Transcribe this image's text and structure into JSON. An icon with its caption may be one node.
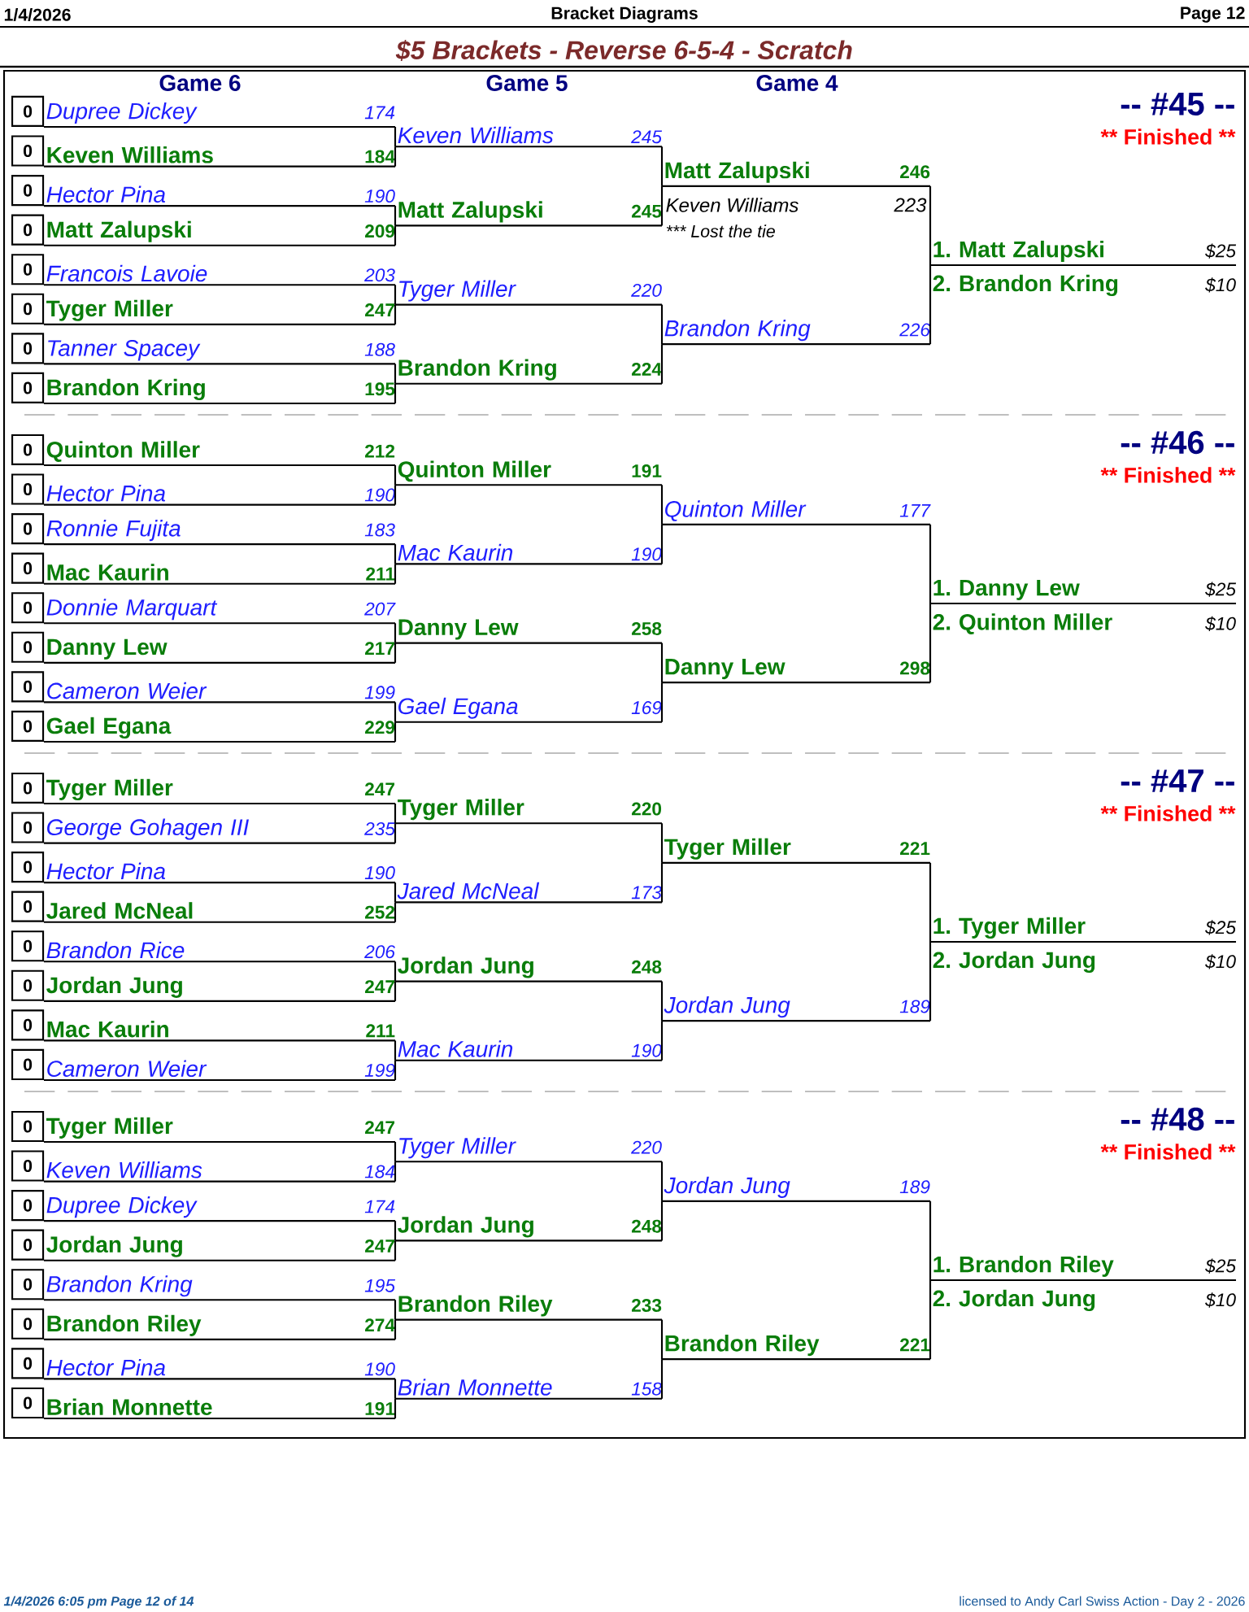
{
  "diagram": {
    "title": "$5 Brackets - Reverse 6-5-4 - Scratch",
    "nodes": [
      {
        "text": [
          "0"
        ]
      },
      {
        "text": [
          "Dupree Dickey",
          "174"
        ]
      },
      {
        "text": [
          "0"
        ]
      },
      {
        "text": [
          "Keven Williams",
          "184"
        ]
      },
      {
        "text": [
          "0"
        ]
      },
      {
        "text": [
          "Hector Pina",
          "190"
        ]
      },
      {
        "text": [
          "0"
        ]
      },
      {
        "text": [
          "Matt Zalupski",
          "209"
        ]
      },
      {
        "text": [
          "0"
        ]
      },
      {
        "text": [
          "Francois Lavoie",
          "203"
        ]
      },
      {
        "text": [
          "0"
        ]
      },
      {
        "text": [
          "Tyger Miller",
          "247"
        ]
      },
      {
        "text": [
          "0"
        ]
      },
      {
        "text": [
          "Tanner Spacey",
          "188"
        ]
      },
      {
        "text": [
          "0"
        ]
      },
      {
        "text": [
          "Brandon Kring",
          "195"
        ]
      },
      {
        "text": [
          "Keven Williams",
          "245"
        ]
      },
      {
        "text": [
          "Matt Zalupski",
          "245"
        ]
      },
      {
        "text": [
          "Tyger Miller",
          "220"
        ]
      },
      {
        "text": [
          "Brandon Kring",
          "224"
        ]
      },
      {
        "text": [
          "Matt Zalupski",
          "246"
        ]
      },
      {
        "text": [
          "Brandon Kring",
          "226"
        ]
      },
      {
        "text": [
          "1. Matt Zalupski",
          "$25"
        ]
      },
      {
        "text": [
          "2. Brandon Kring",
          "$10"
        ]
      },
      {
        "text": [
          "0"
        ]
      },
      {
        "text": [
          "Quinton Miller",
          "212"
        ]
      },
      {
        "text": [
          "0"
        ]
      },
      {
        "text": [
          "Hector Pina",
          "190"
        ]
      },
      {
        "text": [
          "0"
        ]
      },
      {
        "text": [
          "Ronnie Fujita",
          "183"
        ]
      },
      {
        "text": [
          "0"
        ]
      },
      {
        "text": [
          "Mac Kaurin",
          "211"
        ]
      },
      {
        "text": [
          "0"
        ]
      },
      {
        "text": [
          "Donnie Marquart",
          "207"
        ]
      },
      {
        "text": [
          "0"
        ]
      },
      {
        "text": [
          "Danny Lew",
          "217"
        ]
      },
      {
        "text": [
          "0"
        ]
      },
      {
        "text": [
          "Cameron Weier",
          "199"
        ]
      },
      {
        "text": [
          "0"
        ]
      },
      {
        "text": [
          "Gael Egana",
          "229"
        ]
      },
      {
        "text": [
          "Quinton Miller",
          "191"
        ]
      },
      {
        "text": [
          "Mac Kaurin",
          "190"
        ]
      },
      {
        "text": [
          "Danny Lew",
          "258"
        ]
      },
      {
        "text": [
          "Gael Egana",
          "169"
        ]
      },
      {
        "text": [
          "Quinton Miller",
          "177"
        ]
      },
      {
        "text": [
          "Danny Lew",
          "298"
        ]
      },
      {
        "text": [
          "1. Danny Lew",
          "$25"
        ]
      },
      {
        "text": [
          "2. Quinton Miller",
          "$10"
        ]
      },
      {
        "text": [
          "0"
        ]
      },
      {
        "text": [
          "Tyger Miller",
          "247"
        ]
      },
      {
        "text": [
          "0"
        ]
      },
      {
        "text": [
          "George Gohagen III",
          "235"
        ]
      },
      {
        "text": [
          "0"
        ]
      },
      {
        "text": [
          "Hector Pina",
          "190"
        ]
      },
      {
        "text": [
          "0"
        ]
      },
      {
        "text": [
          "Jared McNeal",
          "252"
        ]
      },
      {
        "text": [
          "0"
        ]
      },
      {
        "text": [
          "Brandon Rice",
          "206"
        ]
      },
      {
        "text": [
          "0"
        ]
      },
      {
        "text": [
          "Jordan Jung",
          "247"
        ]
      },
      {
        "text": [
          "0"
        ]
      },
      {
        "text": [
          "Mac Kaurin",
          "211"
        ]
      },
      {
        "text": [
          "0"
        ]
      },
      {
        "text": [
          "Cameron Weier",
          "199"
        ]
      },
      {
        "text": [
          "Tyger Miller",
          "220"
        ]
      },
      {
        "text": [
          "Jared McNeal",
          "173"
        ]
      },
      {
        "text": [
          "Jordan Jung",
          "248"
        ]
      },
      {
        "text": [
          "Mac Kaurin",
          "190"
        ]
      },
      {
        "text": [
          "Tyger Miller",
          "221"
        ]
      },
      {
        "text": [
          "Jordan Jung",
          "189"
        ]
      },
      {
        "text": [
          "1. Tyger Miller",
          "$25"
        ]
      },
      {
        "text": [
          "2. Jordan Jung",
          "$10"
        ]
      },
      {
        "text": [
          "0"
        ]
      },
      {
        "text": [
          "Tyger Miller",
          "247"
        ]
      },
      {
        "text": [
          "0"
        ]
      },
      {
        "text": [
          "Keven Williams",
          "184"
        ]
      },
      {
        "text": [
          "0"
        ]
      },
      {
        "text": [
          "Dupree Dickey",
          "174"
        ]
      },
      {
        "text": [
          "0"
        ]
      },
      {
        "text": [
          "Jordan Jung",
          "247"
        ]
      },
      {
        "text": [
          "0"
        ]
      },
      {
        "text": [
          "Brandon Kring",
          "195"
        ]
      },
      {
        "text": [
          "0"
        ]
      },
      {
        "text": [
          "Brandon Riley",
          "274"
        ]
      },
      {
        "text": [
          "0"
        ]
      },
      {
        "text": [
          "Hector Pina",
          "190"
        ]
      },
      {
        "text": [
          "0"
        ]
      },
      {
        "text": [
          "Brian Monnette",
          "191"
        ]
      },
      {
        "text": [
          "Tyger Miller",
          "220"
        ]
      },
      {
        "text": [
          "Jordan Jung",
          "248"
        ]
      },
      {
        "text": [
          "Brandon Riley",
          "233"
        ]
      },
      {
        "text": [
          "Brian Monnette",
          "158"
        ]
      },
      {
        "text": [
          "Jordan Jung",
          "189"
        ]
      },
      {
        "text": [
          "Brandon Riley",
          "221"
        ]
      },
      {
        "text": [
          "1. Brandon Riley",
          "$25"
        ]
      },
      {
        "text": [
          "2. Jordan Jung",
          "$10"
        ]
      }
    ],
    "edges": [
      {
        "from": 1,
        "to": 16,
        "arrow": "none"
      },
      {
        "from": 3,
        "to": 16,
        "arrow": "none"
      },
      {
        "from": 5,
        "to": 17,
        "arrow": "none"
      },
      {
        "from": 7,
        "to": 17,
        "arrow": "none"
      },
      {
        "from": 9,
        "to": 18,
        "arrow": "none"
      },
      {
        "from": 11,
        "to": 18,
        "arrow": "none"
      },
      {
        "from": 13,
        "to": 19,
        "arrow": "none"
      },
      {
        "from": 15,
        "to": 19,
        "arrow": "none"
      },
      {
        "from": 16,
        "to": 20,
        "arrow": "none"
      },
      {
        "from": 17,
        "to": 20,
        "arrow": "none"
      },
      {
        "from": 18,
        "to": 21,
        "arrow": "none"
      },
      {
        "from": 19,
        "to": 21,
        "arrow": "none"
      },
      {
        "from": 20,
        "to": 22,
        "arrow": "none"
      },
      {
        "from": 21,
        "to": 22,
        "arrow": "none"
      },
      {
        "from": 25,
        "to": 40,
        "arrow": "none"
      },
      {
        "from": 27,
        "to": 40,
        "arrow": "none"
      },
      {
        "from": 29,
        "to": 41,
        "arrow": "none"
      },
      {
        "from": 31,
        "to": 41,
        "arrow": "none"
      },
      {
        "from": 33,
        "to": 42,
        "arrow": "none"
      },
      {
        "from": 35,
        "to": 42,
        "arrow": "none"
      },
      {
        "from": 37,
        "to": 43,
        "arrow": "none"
      },
      {
        "from": 39,
        "to": 43,
        "arrow": "none"
      },
      {
        "from": 40,
        "to": 44,
        "arrow": "none"
      },
      {
        "from": 41,
        "to": 44,
        "arrow": "none"
      },
      {
        "from": 42,
        "to": 45,
        "arrow": "none"
      },
      {
        "from": 43,
        "to": 45,
        "arrow": "none"
      },
      {
        "from": 44,
        "to": 46,
        "arrow": "none"
      },
      {
        "from": 45,
        "to": 46,
        "arrow": "none"
      },
      {
        "from": 49,
        "to": 64,
        "arrow": "none"
      },
      {
        "from": 51,
        "to": 64,
        "arrow": "none"
      },
      {
        "from": 53,
        "to": 65,
        "arrow": "none"
      },
      {
        "from": 55,
        "to": 65,
        "arrow": "none"
      },
      {
        "from": 57,
        "to": 66,
        "arrow": "none"
      },
      {
        "from": 59,
        "to": 66,
        "arrow": "none"
      },
      {
        "from": 61,
        "to": 67,
        "arrow": "none"
      },
      {
        "from": 63,
        "to": 67,
        "arrow": "none"
      },
      {
        "from": 64,
        "to": 68,
        "arrow": "none"
      },
      {
        "from": 65,
        "to": 68,
        "arrow": "none"
      },
      {
        "from": 66,
        "to": 69,
        "arrow": "none"
      },
      {
        "from": 67,
        "to": 69,
        "arrow": "none"
      },
      {
        "from": 68,
        "to": 70,
        "arrow": "none"
      },
      {
        "from": 69,
        "to": 70,
        "arrow": "none"
      },
      {
        "from": 73,
        "to": 88,
        "arrow": "none"
      },
      {
        "from": 75,
        "to": 88,
        "arrow": "none"
      },
      {
        "from": 77,
        "to": 89,
        "arrow": "none"
      },
      {
        "from": 79,
        "to": 89,
        "arrow": "none"
      },
      {
        "from": 81,
        "to": 90,
        "arrow": "none"
      },
      {
        "from": 83,
        "to": 90,
        "arrow": "none"
      },
      {
        "from": 85,
        "to": 91,
        "arrow": "none"
      },
      {
        "from": 87,
        "to": 91,
        "arrow": "none"
      },
      {
        "from": 88,
        "to": 92,
        "arrow": "none"
      },
      {
        "from": 89,
        "to": 92,
        "arrow": "none"
      },
      {
        "from": 90,
        "to": 93,
        "arrow": "none"
      },
      {
        "from": 91,
        "to": 93,
        "arrow": "none"
      },
      {
        "from": 92,
        "to": 94,
        "arrow": "none"
      },
      {
        "from": 93,
        "to": 94,
        "arrow": "none"
      }
    ],
    "labels": [
      "1/4/2026",
      "Bracket Diagrams",
      "Page 12",
      "Game 6",
      "Game 5",
      "Game 4",
      "-- #45 --",
      "** Finished **",
      "Keven Williams",
      "223",
      "*** Lost the tie",
      "-- #46 --",
      "** Finished **",
      "-- #47 --",
      "** Finished **",
      "-- #48 --",
      "** Finished **",
      "1/4/2026  6:05 pm  Page 12 of 14",
      "licensed to Andy Carl  Swiss Action - Day 2 - 2026"
    ]
  }
}
